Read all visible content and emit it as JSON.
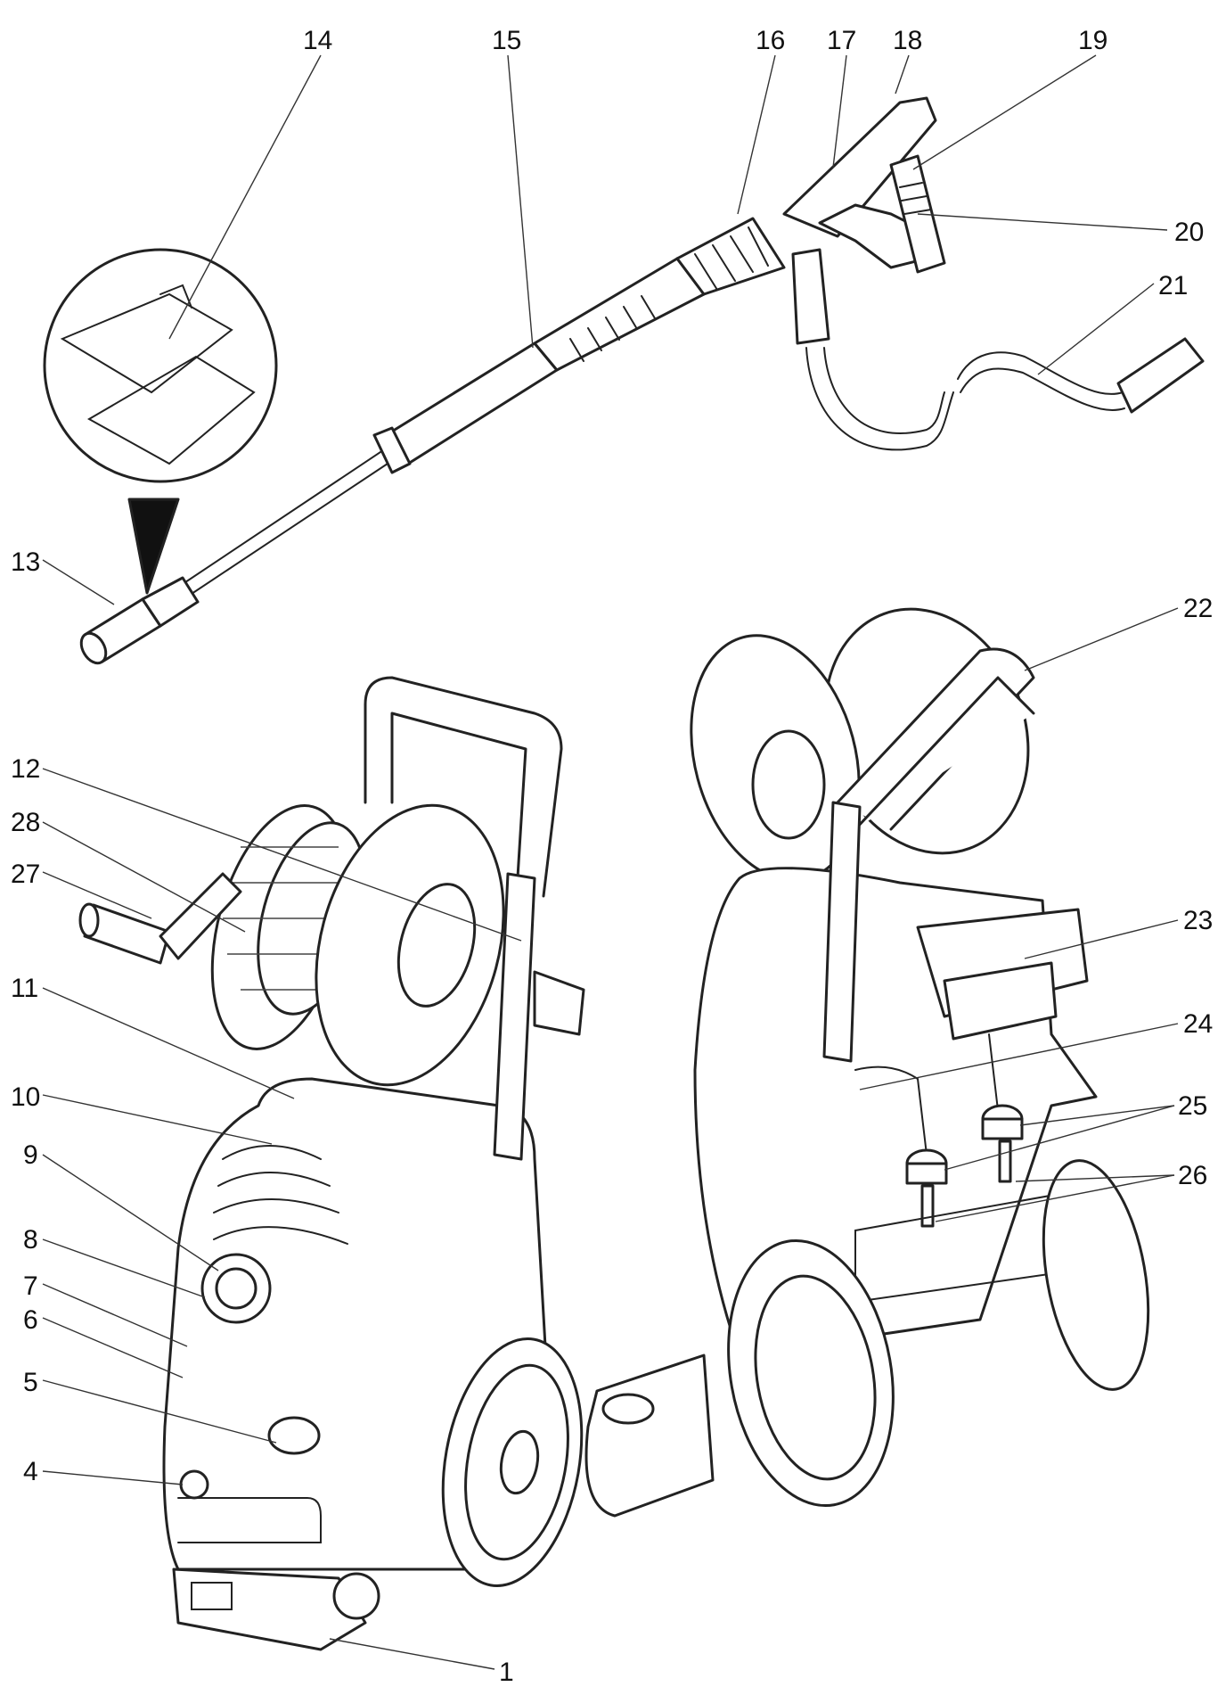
{
  "callouts": [
    {
      "id": "c14",
      "text": "14"
    },
    {
      "id": "c15",
      "text": "15"
    },
    {
      "id": "c16",
      "text": "16"
    },
    {
      "id": "c17",
      "text": "17"
    },
    {
      "id": "c18",
      "text": "18"
    },
    {
      "id": "c19",
      "text": "19"
    },
    {
      "id": "c20",
      "text": "20"
    },
    {
      "id": "c21",
      "text": "21"
    },
    {
      "id": "c13",
      "text": "13"
    },
    {
      "id": "c22",
      "text": "22"
    },
    {
      "id": "c12",
      "text": "12"
    },
    {
      "id": "c28",
      "text": "28"
    },
    {
      "id": "c27",
      "text": "27"
    },
    {
      "id": "c23",
      "text": "23"
    },
    {
      "id": "c11",
      "text": "11"
    },
    {
      "id": "c24",
      "text": "24"
    },
    {
      "id": "c10",
      "text": "10"
    },
    {
      "id": "c25",
      "text": "25"
    },
    {
      "id": "c9",
      "text": "9"
    },
    {
      "id": "c26",
      "text": "26"
    },
    {
      "id": "c8",
      "text": "8"
    },
    {
      "id": "c7",
      "text": "7"
    },
    {
      "id": "c6",
      "text": "6"
    },
    {
      "id": "c5",
      "text": "5"
    },
    {
      "id": "c4",
      "text": "4"
    },
    {
      "id": "c1",
      "text": "1"
    }
  ]
}
